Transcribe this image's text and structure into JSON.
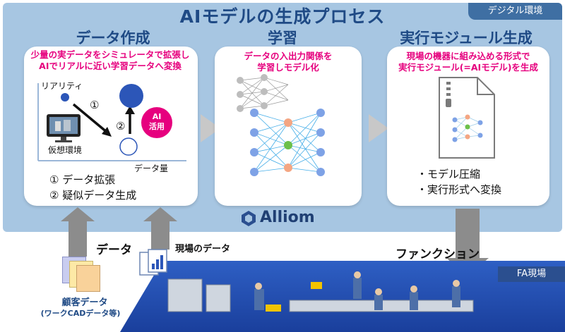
{
  "main_title": "AIモデルの生成プロセス",
  "digital_tab": "デジタル環境",
  "fa_tab": "FA現場",
  "panels": {
    "data_creation": {
      "title": "データ作成",
      "subtitle_line1": "少量の実データをシミュレータで拡張し",
      "subtitle_line2": "AIでリアルに近い学習データへ変換",
      "y_axis_label": "リアリティ",
      "x_axis_label": "データ量",
      "step1_marker": "①",
      "step2_marker": "②",
      "virtual_env_label": "仮想環境",
      "ai_badge_line1": "AI",
      "ai_badge_line2": "活用",
      "list_item1": "① データ拡張",
      "list_item2": "② 疑似データ生成"
    },
    "learning": {
      "title": "学習",
      "subtitle_line1": "データの入出力関係を",
      "subtitle_line2": "学習しモデル化"
    },
    "module": {
      "title": "実行モジュール生成",
      "subtitle_line1": "現場の機器に組み込める形式で",
      "subtitle_line2": "実行モジュール(=AIモデル)を生成",
      "list_item1": "・モデル圧縮",
      "list_item2": "・実行形式へ変換"
    }
  },
  "brand": "Alliom",
  "bottom": {
    "data_label": "データ",
    "field_data_label": "現場のデータ",
    "function_label": "ファンクション",
    "customer_data_label": "顧客データ",
    "customer_data_note": "(ワークCADデータ等)"
  },
  "colors": {
    "frame": "#a7c6e2",
    "title_blue": "#1f4a85",
    "accent_pink": "#e6007e",
    "node_blue": "#7ea2e6",
    "node_orange": "#f4a683",
    "node_green": "#6cc04a",
    "floor_blue": "#2e5fc4"
  },
  "icons": [
    "monitor-icon",
    "document-zip-icon",
    "alliom-logo-icon",
    "factory-robot-icon",
    "report-chart-icon"
  ]
}
